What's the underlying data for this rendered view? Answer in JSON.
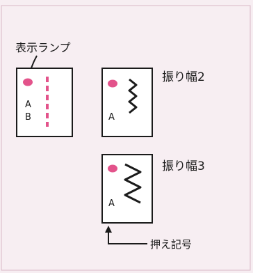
{
  "labels": {
    "indicator_lamp": "表示ランプ",
    "width_2": "振り幅2",
    "width_3": "振り幅3",
    "press_mark": "押え記号"
  },
  "panels": [
    {
      "letters": [
        "A",
        "B"
      ],
      "stitch": "straight"
    },
    {
      "letters": [
        "A"
      ],
      "stitch": "zigzag-2"
    },
    {
      "letters": [
        "A"
      ],
      "stitch": "zigzag-3"
    }
  ],
  "colors": {
    "background": "#f7eef2",
    "lamp": "#e3538b",
    "stitch_dash": "#e3538b",
    "line": "#1b1b1b"
  }
}
